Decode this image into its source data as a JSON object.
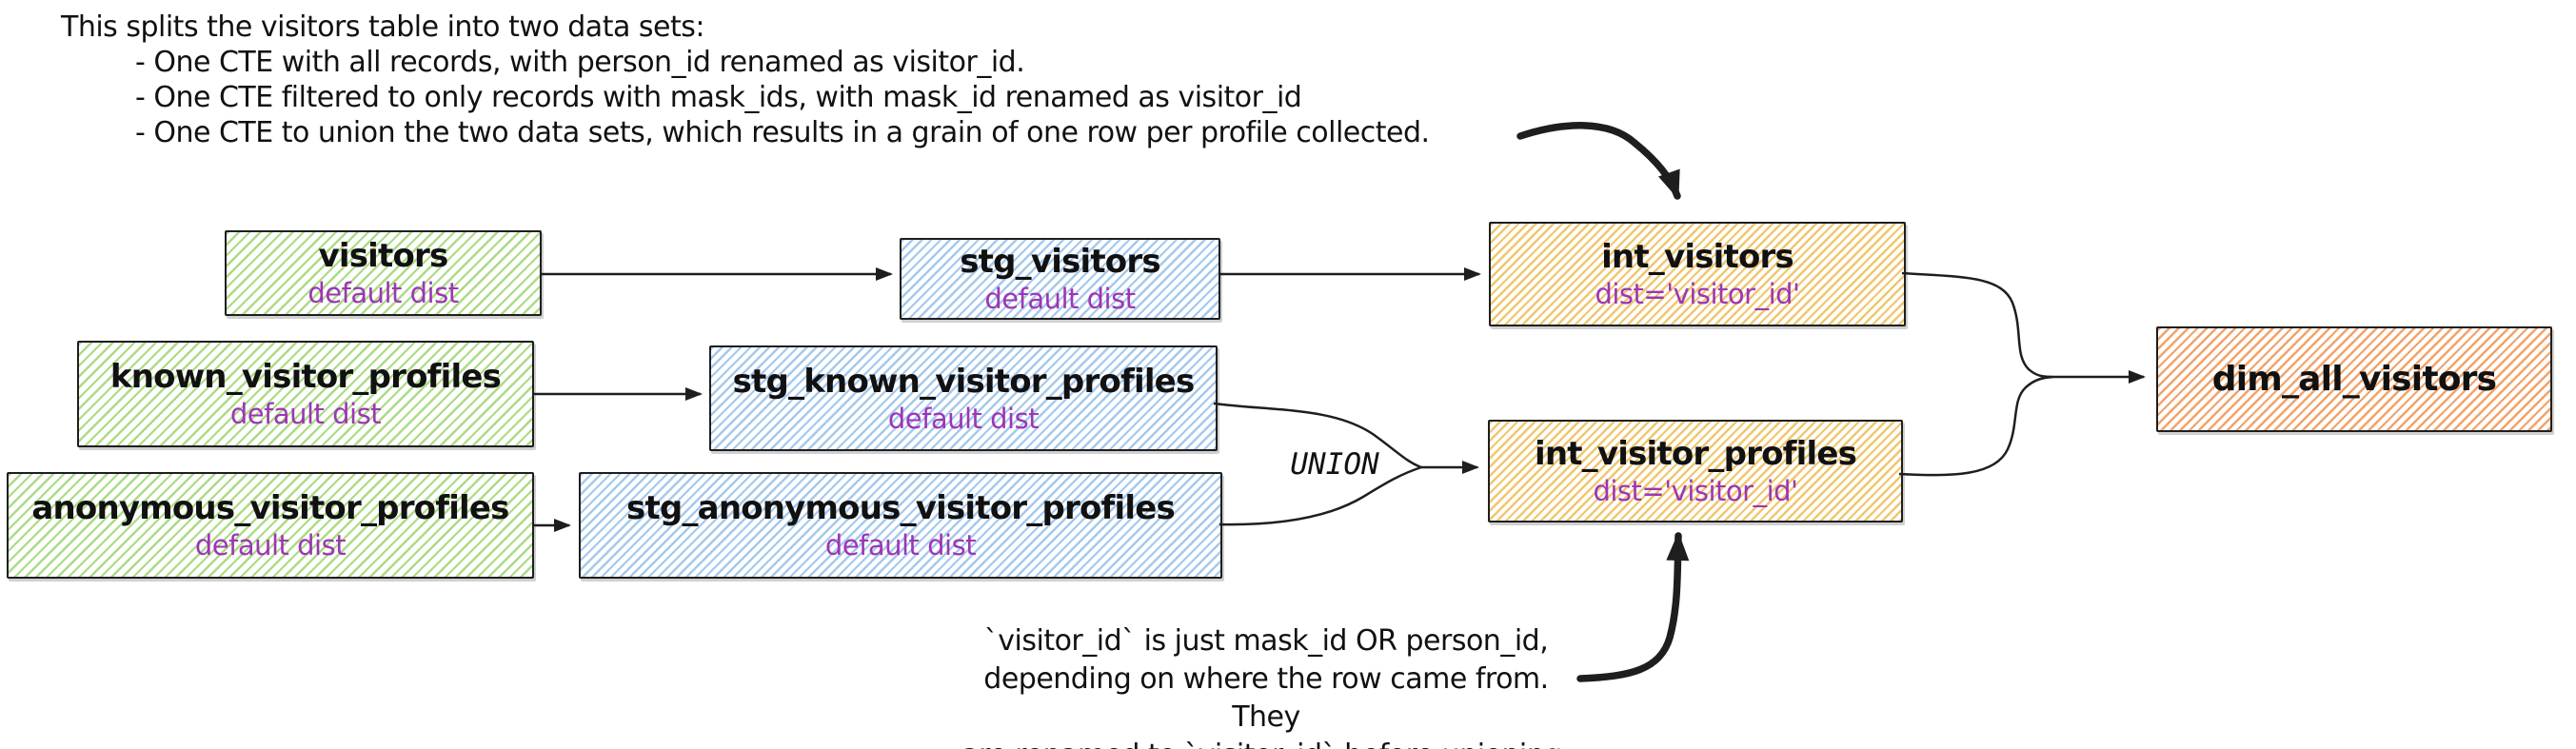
{
  "notes": {
    "top": {
      "heading": "This splits the visitors table into two data sets:",
      "bullets": [
        "- One CTE with all records, with person_id renamed as visitor_id.",
        "- One CTE filtered to only records with mask_ids, with mask_id renamed as visitor_id",
        "- One CTE to union the two data sets, which results in a grain of one row per profile collected."
      ]
    },
    "bottom": {
      "lines": [
        "`visitor_id` is just mask_id OR person_id,",
        "depending on where the row came from. They",
        "are renamed to `visitor_id` before unioning."
      ]
    }
  },
  "union_label": "UNION",
  "nodes": [
    {
      "id": "visitors",
      "title": "visitors",
      "subtitle": "default dist",
      "color": "green"
    },
    {
      "id": "stg_visitors",
      "title": "stg_visitors",
      "subtitle": "default dist",
      "color": "blue"
    },
    {
      "id": "int_visitors",
      "title": "int_visitors",
      "subtitle": "dist='visitor_id'",
      "color": "yellow"
    },
    {
      "id": "known_visitor_profiles",
      "title": "known_visitor_profiles",
      "subtitle": "default dist",
      "color": "green"
    },
    {
      "id": "stg_known_visitor_profiles",
      "title": "stg_known_visitor_profiles",
      "subtitle": "default dist",
      "color": "blue"
    },
    {
      "id": "anonymous_visitor_profiles",
      "title": "anonymous_visitor_profiles",
      "subtitle": "default dist",
      "color": "green"
    },
    {
      "id": "stg_anonymous_visitor_profiles",
      "title": "stg_anonymous_visitor_profiles",
      "subtitle": "default dist",
      "color": "blue"
    },
    {
      "id": "int_visitor_profiles",
      "title": "int_visitor_profiles",
      "subtitle": "dist='visitor_id'",
      "color": "yellow"
    },
    {
      "id": "dim_all_visitors",
      "title": "dim_all_visitors",
      "subtitle": "",
      "color": "orange"
    }
  ],
  "edges": [
    {
      "from": "visitors",
      "to": "stg_visitors",
      "label": ""
    },
    {
      "from": "stg_visitors",
      "to": "int_visitors",
      "label": ""
    },
    {
      "from": "known_visitor_profiles",
      "to": "stg_known_visitor_profiles",
      "label": ""
    },
    {
      "from": "anonymous_visitor_profiles",
      "to": "stg_anonymous_visitor_profiles",
      "label": ""
    },
    {
      "from": "stg_known_visitor_profiles",
      "to": "int_visitor_profiles",
      "label": "UNION"
    },
    {
      "from": "stg_anonymous_visitor_profiles",
      "to": "int_visitor_profiles",
      "label": "UNION"
    },
    {
      "from": "int_visitors",
      "to": "dim_all_visitors",
      "label": ""
    },
    {
      "from": "int_visitor_profiles",
      "to": "dim_all_visitors",
      "label": ""
    },
    {
      "from": "top-note",
      "to": "int_visitors",
      "label": "",
      "type": "annotation-arrow"
    },
    {
      "from": "bottom-note",
      "to": "int_visitor_profiles",
      "label": "",
      "type": "annotation-arrow"
    }
  ],
  "colors": {
    "ink": "#1e1e1e",
    "green_hatch": "#abdc85",
    "blue_hatch": "#a5c9ee",
    "yellow_hatch": "#f0c76e",
    "orange_hatch": "#f2a369",
    "purple_text": "#9c36b5",
    "background": "#ffffff"
  }
}
